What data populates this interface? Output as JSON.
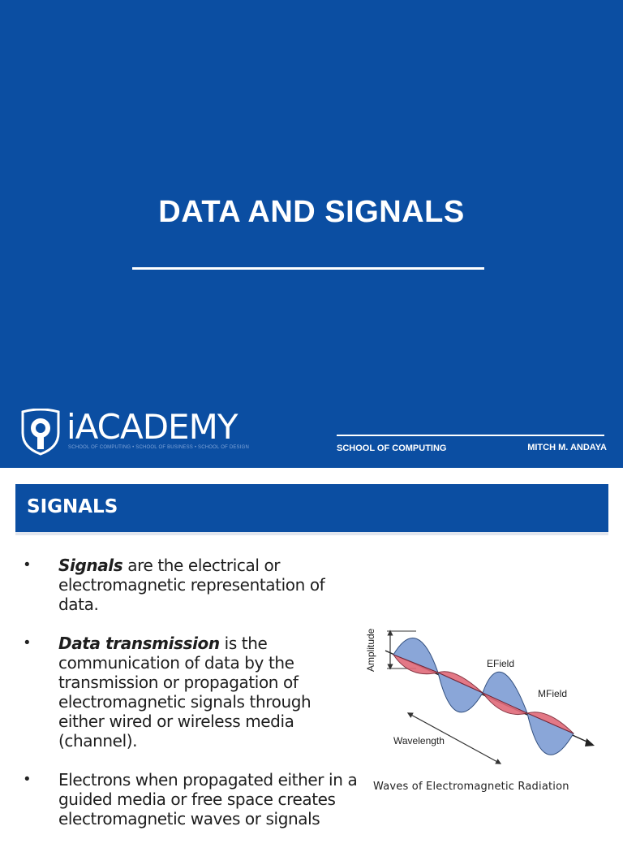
{
  "slide1": {
    "title": "DATA AND SIGNALS",
    "logo_text": "iACADEMY",
    "logo_tagline": "SCHOOL OF COMPUTING • SCHOOL OF BUSINESS • SCHOOL OF DESIGN",
    "school": "SCHOOL OF COMPUTING",
    "author": "MITCH M. ANDAYA",
    "colors": {
      "background": "#0b4ea2",
      "text": "#ffffff"
    }
  },
  "slide2": {
    "header": "SIGNALS",
    "bullets": [
      {
        "term": "Signals",
        "rest": " are the electrical or electromagnetic representation of data."
      },
      {
        "term": "Data transmission",
        "rest": " is the communication of data by the transmission or propagation of electromagnetic signals through either wired or wireless media (channel)."
      },
      {
        "term": "",
        "rest": "Electrons when propagated either in a guided media or free space creates electromagnetic waves or signals"
      }
    ],
    "figure": {
      "amplitude_label": "Amplitude",
      "efield_label": "EField",
      "mfield_label": "MField",
      "wavelength_label": "Wavelength",
      "caption": "Waves of Electromagnetic Radiation"
    },
    "colors": {
      "header": "#0b4ea2",
      "efield": "#8aa6d8",
      "mfield": "#e06a7a"
    }
  }
}
